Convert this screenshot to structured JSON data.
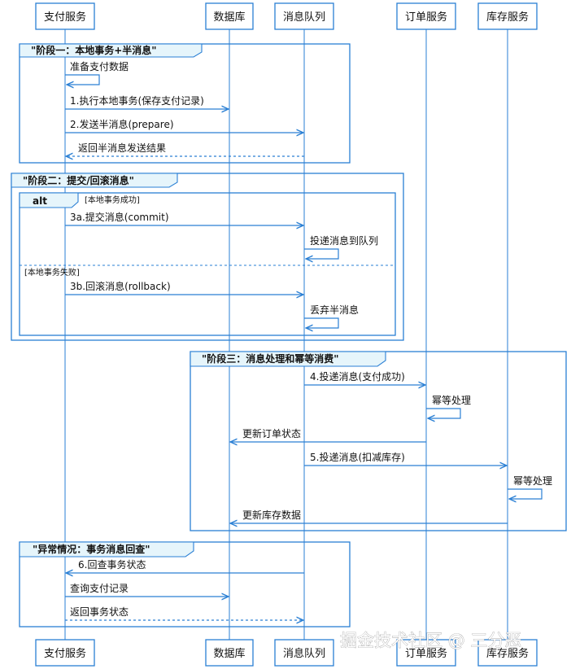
{
  "participants": [
    {
      "id": "pay",
      "label": "支付服务"
    },
    {
      "id": "db",
      "label": "数据库"
    },
    {
      "id": "mq",
      "label": "消息队列"
    },
    {
      "id": "order",
      "label": "订单服务"
    },
    {
      "id": "stock",
      "label": "库存服务"
    }
  ],
  "groups": {
    "phase1": "\"阶段一：本地事务+半消息\"",
    "phase2": "\"阶段二：提交/回滚消息\"",
    "alt": "alt",
    "alt_cond1": "[本地事务成功]",
    "alt_cond2": "[本地事务失败]",
    "phase3": "\"阶段三：消息处理和幂等消费\"",
    "exception": "\"异常情况：事务消息回查\""
  },
  "messages": {
    "m1": "准备支付数据",
    "m2": "1.执行本地事务(保存支付记录)",
    "m3": "2.发送半消息(prepare)",
    "m4": "返回半消息发送结果",
    "m5": "3a.提交消息(commit)",
    "m6": "投递消息到队列",
    "m7": "3b.回滚消息(rollback)",
    "m8": "丢弃半消息",
    "m9": "4.投递消息(支付成功)",
    "m10": "幂等处理",
    "m11": "更新订单状态",
    "m12": "5.投递消息(扣减库存)",
    "m13": "幂等处理",
    "m14": "更新库存数据",
    "m15": "6.回查事务状态",
    "m16": "查询支付记录",
    "m17": "返回事务状态"
  },
  "watermark": "掘金技术社区 @ 三分恶",
  "colors": {
    "line": "#2a7fd4",
    "box_fill": "#ffffff",
    "box_stroke": "#2a7fd4",
    "label_fill": "#e6f5fb"
  }
}
